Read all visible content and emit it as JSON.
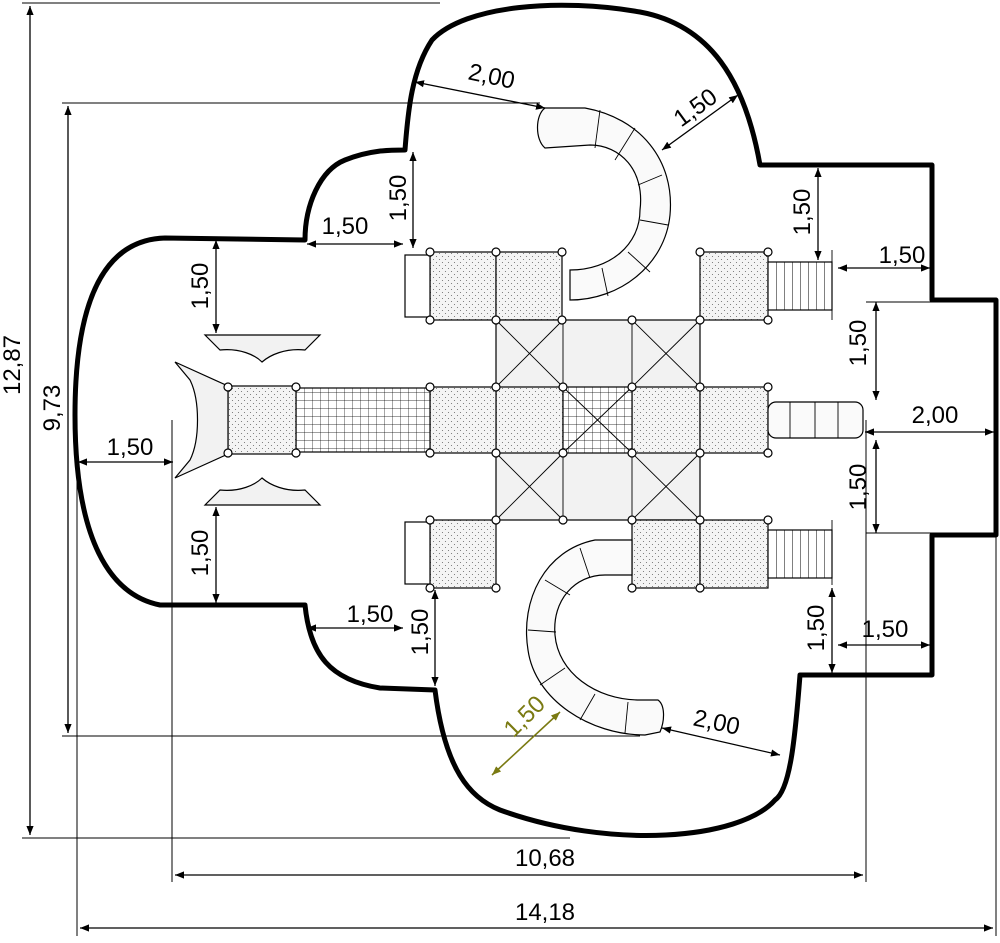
{
  "drawing": {
    "dimensions": {
      "overall_height": "12,87",
      "structure_height": "9,73",
      "structure_width": "10,68",
      "overall_width": "14,18",
      "slide_top_left_clearance": "2,00",
      "slide_top_right_clearance": "1,50",
      "upper_left_vertical": "1,50",
      "upper_left_horizontal": "1,50",
      "left_upper_vertical": "1,50",
      "left_horizontal": "1,50",
      "left_lower_vertical": "1,50",
      "lower_left_horizontal": "1,50",
      "lower_left_vertical": "1,50",
      "right_upper_vertical": "1,50",
      "right_upper_horizontal": "1,50",
      "right_mid_upper_vertical": "1,50",
      "right_slide_horizontal": "2,00",
      "right_mid_lower_vertical": "1,50",
      "right_lower_vertical": "1,50",
      "right_lower_horizontal": "1,50",
      "bottom_slide_clearance": "2,00",
      "bottom_slide_diagonal": "1,50"
    }
  }
}
